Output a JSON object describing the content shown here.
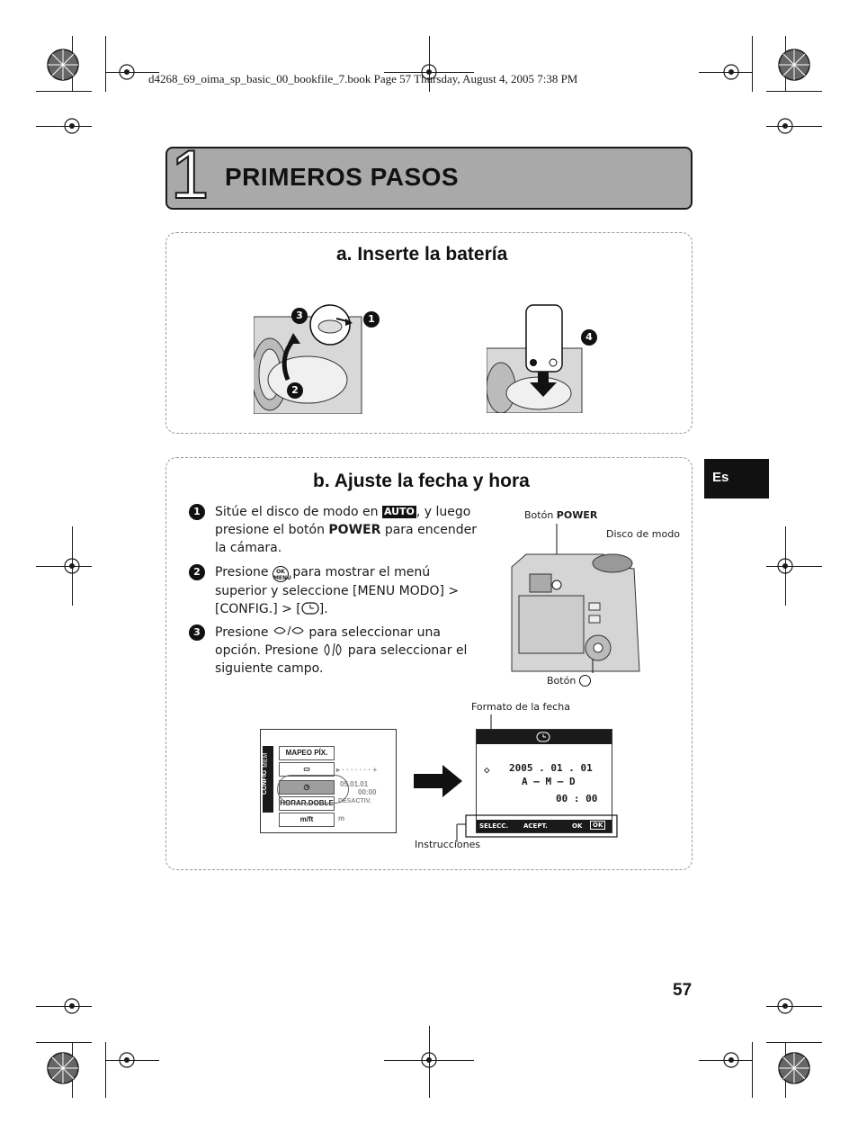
{
  "header": {
    "file_line": "d4268_69_oima_sp_basic_00_bookfile_7.book  Page 57  Thursday, August 4, 2005  7:38 PM"
  },
  "chapter": {
    "number": "1",
    "title": "PRIMEROS PASOS"
  },
  "section_a": {
    "title": "a. Inserte la batería",
    "callouts": [
      "3",
      "1",
      "2",
      "4"
    ]
  },
  "section_b": {
    "title": "b. Ajuste la fecha y hora",
    "steps": [
      {
        "num": "1",
        "t1": "Sitúe el disco de modo en ",
        "badge": "AUTO",
        "t2": ", y luego presione el botón ",
        "bold": "POWER",
        "t3": " para encender la cámara."
      },
      {
        "num": "2",
        "t1": "Presione ",
        "icon": "OK MENU",
        "t2": " para mostrar el menú superior y seleccione [MENU MODO] > [CONFIG.] > [",
        "t3": "]."
      },
      {
        "num": "3",
        "t1": "Presione ",
        "t2": " para seleccionar una opción. Presione ",
        "t3": " para seleccionar el siguiente campo."
      }
    ],
    "captions": {
      "power_prefix": "Botón ",
      "power_bold": "POWER",
      "mode_dial": "Disco de modo",
      "ok_button": "Botón",
      "date_format": "Formato de la fecha",
      "instructions": "Instrucciones"
    },
    "lcd_left": {
      "side_label": "CONFIG",
      "side_tab": "MEM",
      "items": [
        "MAPEO PÍX.",
        "",
        "",
        "HORAR.DOBLE",
        "m/ft"
      ],
      "date": "05.01.01",
      "time": "00:00",
      "desactiv": "DESACTIV.",
      "m": "m"
    },
    "lcd_right": {
      "date_line": "2005 . 01 . 01",
      "order_line": "A — M — D",
      "time_line": "00 : 00",
      "foot_selecc": "SELECC.",
      "foot_acept": "ACEPT.",
      "foot_ok": "OK",
      "foot_ok_box": "OK"
    }
  },
  "tab": {
    "label": "Es"
  },
  "page_number": "57"
}
